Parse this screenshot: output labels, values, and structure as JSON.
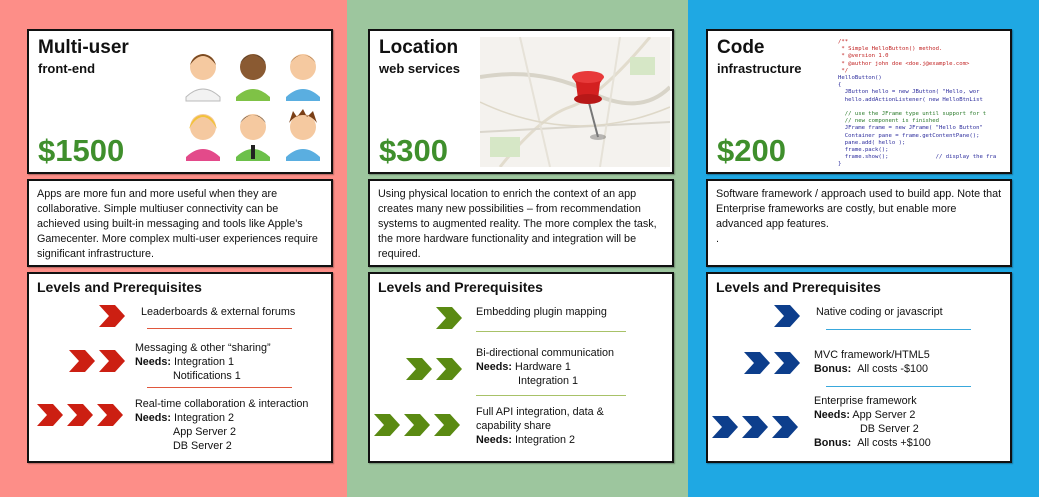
{
  "columns": [
    {
      "title": "Multi-user",
      "subtitle": "front-end",
      "price": "$1500",
      "description": "Apps are more fun and more useful when they are collaborative. Simple multiuser connectivity can be achieved using built-in messaging and tools like Apple’s Gamecenter. More complex multi-user experiences require significant infrastructure.",
      "levels_title": "Levels and Prerequisites",
      "levels": [
        {
          "line1": "Leaderboards & external forums"
        },
        {
          "line1": "Messaging & other “sharing”",
          "needs_label": "Needs:",
          "needs1": "Integration 1",
          "needs2": "Notifications 1"
        },
        {
          "line1": "Real-time collaboration & interaction",
          "needs_label": "Needs:",
          "needs1": "Integration 2",
          "needs2": "App Server 2",
          "needs3": "DB Server 2"
        }
      ]
    },
    {
      "title": "Location",
      "subtitle": "web services",
      "price": "$300",
      "description": "Using physical location to enrich the context of an app creates many new possibilities – from recommendation systems to augmented reality. The more complex the task, the more hardware functionality and integration will be required.",
      "levels_title": "Levels and Prerequisites",
      "levels": [
        {
          "line1": "Embedding plugin mapping"
        },
        {
          "line1": "Bi-directional communication",
          "needs_label": "Needs:",
          "needs1": "Hardware 1",
          "needs2": "Integration 1"
        },
        {
          "line1": "Full API integration, data &",
          "line2": "capability share",
          "needs_label": "Needs:",
          "needs1": "Integration 2"
        }
      ]
    },
    {
      "title": "Code",
      "subtitle": "infrastructure",
      "price": "$200",
      "description": "Software framework / approach used to build app. Note that Enterprise frameworks are costly, but enable more advanced app features.",
      "description_extra": ".",
      "levels_title": "Levels and Prerequisites",
      "levels": [
        {
          "line1": "Native coding or javascript"
        },
        {
          "line1": "MVC framework/HTML5",
          "bonus_label": "Bonus:",
          "bonus1": "All costs  -$100"
        },
        {
          "line1": "Enterprise framework",
          "needs_label": "Needs:",
          "needs1": "App Server 2",
          "needs2": "DB Server 2",
          "bonus_label": "Bonus:",
          "bonus1": "All costs +$100"
        }
      ]
    }
  ],
  "colors": {
    "col1_bg": "#fd8e88",
    "col2_bg": "#9dc69e",
    "col3_bg": "#1fa8e3",
    "price": "#3f8f2c",
    "arrow_red": "#cc1f12",
    "arrow_green": "#5a8a12",
    "arrow_blue": "#0d3e8c"
  },
  "icons": {
    "col1": "user-avatars-icon",
    "col2": "map-pin-icon",
    "col3": "code-snippet-icon",
    "arrows": "chevron-arrow-icon"
  },
  "code_snippet": [
    "/**",
    " * Simple HelloButton() method.",
    " * @version 1.0",
    " * @author john doe <doe.j@example.com>",
    " */",
    "HelloButton()",
    "{",
    "  JButton hello = new JButton( \"Hello, wor",
    "  hello.addActionListener( new HelloBtnList",
    "",
    "  // use the JFrame type until support for t",
    "  // new component is finished",
    "  JFrame frame = new JFrame( \"Hello Button\"",
    "  Container pane = frame.getContentPane();",
    "  pane.add( hello );",
    "  frame.pack();",
    "  frame.show();              // display the fra",
    "}"
  ]
}
